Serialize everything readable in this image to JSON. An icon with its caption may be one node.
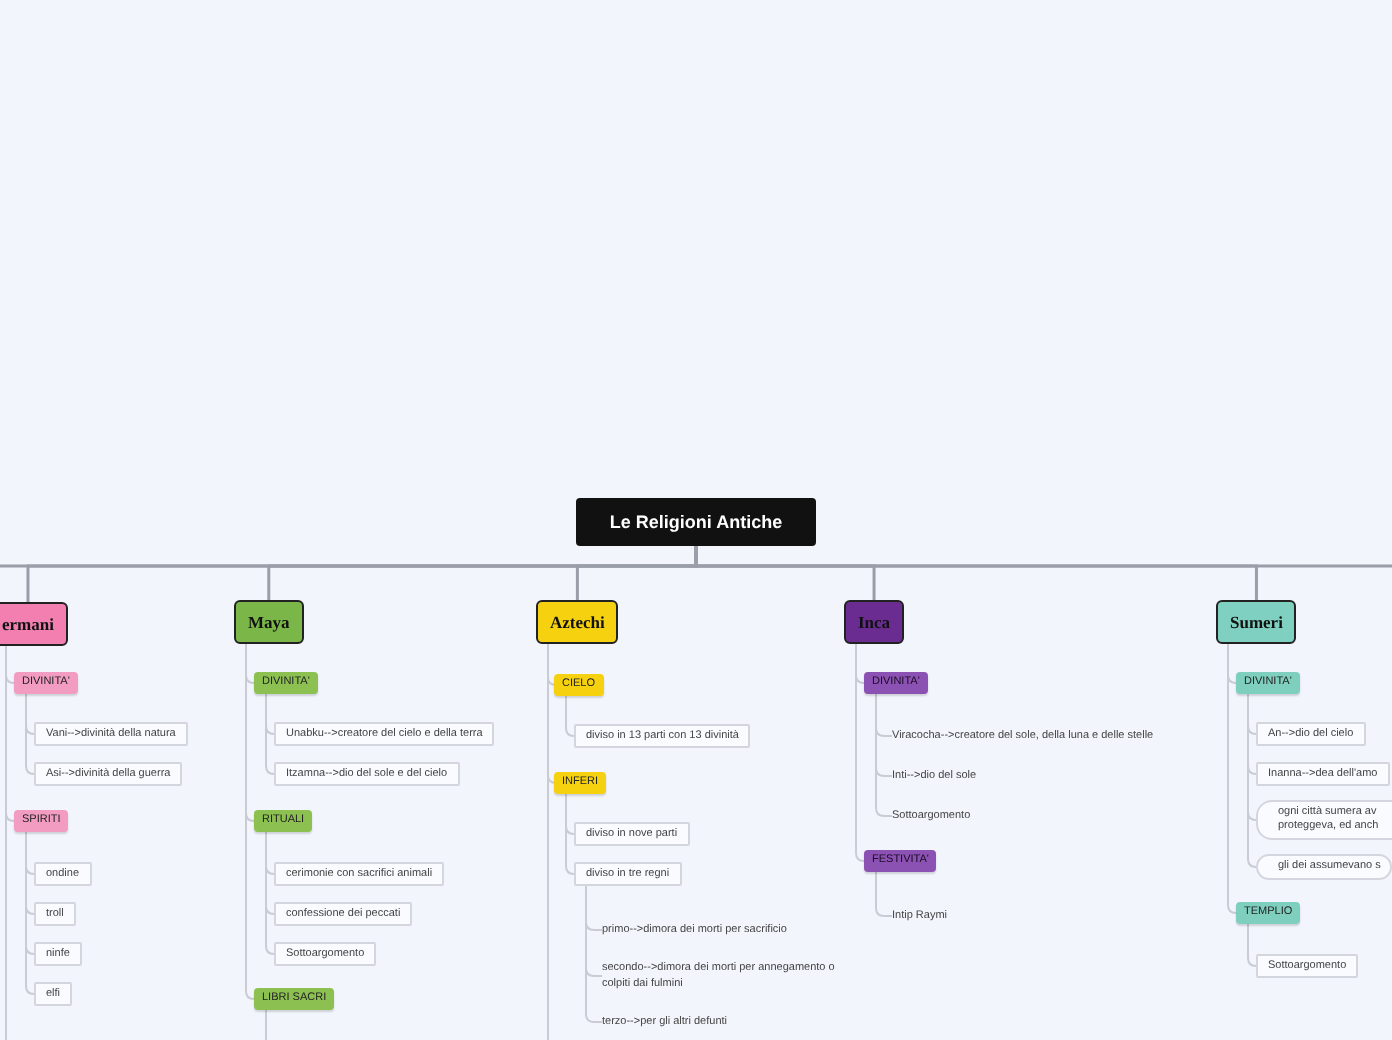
{
  "diagram": {
    "nodes": [
      {
        "text": [
          "Le Religioni Antiche"
        ]
      },
      {
        "text": [
          "ermani"
        ]
      },
      {
        "text": [
          "DIVINITA'"
        ]
      },
      {
        "text": [
          "Vani-->divinità della natura"
        ]
      },
      {
        "text": [
          "Asi-->divinità della guerra"
        ]
      },
      {
        "text": [
          "SPIRITI"
        ]
      },
      {
        "text": [
          "ondine"
        ]
      },
      {
        "text": [
          "troll"
        ]
      },
      {
        "text": [
          "ninfe"
        ]
      },
      {
        "text": [
          "elfi"
        ]
      },
      {
        "text": [
          "Maya"
        ]
      },
      {
        "text": [
          "DIVINITA'"
        ]
      },
      {
        "text": [
          "Unabku-->creatore del cielo e della terra"
        ]
      },
      {
        "text": [
          "Itzamna-->dio del sole e del cielo"
        ]
      },
      {
        "text": [
          "RITUALI"
        ]
      },
      {
        "text": [
          "cerimonie con sacrifici animali"
        ]
      },
      {
        "text": [
          "confessione dei peccati"
        ]
      },
      {
        "text": [
          "Sottoargomento"
        ]
      },
      {
        "text": [
          "LIBRI SACRI"
        ]
      },
      {
        "text": [
          "Aztechi"
        ]
      },
      {
        "text": [
          "CIELO"
        ]
      },
      {
        "text": [
          "diviso in 13 parti con 13 divinità"
        ]
      },
      {
        "text": [
          "INFERI"
        ]
      },
      {
        "text": [
          "diviso in nove parti"
        ]
      },
      {
        "text": [
          "diviso in tre regni"
        ]
      },
      {
        "text": [
          "primo-->dimora dei morti per sacrificio"
        ]
      },
      {
        "text": [
          "secondo-->dimora dei morti per annegamento o colpiti dai fulmini"
        ]
      },
      {
        "text": [
          "terzo-->per gli altri defunti"
        ]
      },
      {
        "text": [
          "Inca"
        ]
      },
      {
        "text": [
          "DIVINITA'"
        ]
      },
      {
        "text": [
          "Viracocha-->creatore del sole, della luna e delle stelle"
        ]
      },
      {
        "text": [
          "Inti-->dio del sole"
        ]
      },
      {
        "text": [
          "Sottoargomento"
        ]
      },
      {
        "text": [
          "FESTIVITA'"
        ]
      },
      {
        "text": [
          "Intip Raymi"
        ]
      },
      {
        "text": [
          "Sumeri"
        ]
      },
      {
        "text": [
          "DIVINITA'"
        ]
      },
      {
        "text": [
          "An-->dio del cielo"
        ]
      },
      {
        "text": [
          "Inanna-->dea dell'amo"
        ]
      },
      {
        "text": [
          "ogni città sumera av proteggeva, ed anch"
        ]
      },
      {
        "text": [
          "gli dei assumevano s"
        ]
      },
      {
        "text": [
          "TEMPLIO"
        ]
      },
      {
        "text": [
          "Sottoargomento"
        ]
      }
    ],
    "edges": [
      {
        "from": 0,
        "to": 1,
        "arrow": "none"
      },
      {
        "from": 0,
        "to": 10,
        "arrow": "none"
      },
      {
        "from": 0,
        "to": 19,
        "arrow": "none"
      },
      {
        "from": 0,
        "to": 28,
        "arrow": "none"
      },
      {
        "from": 0,
        "to": 35,
        "arrow": "none"
      },
      {
        "from": 1,
        "to": 2,
        "arrow": "none"
      },
      {
        "from": 2,
        "to": 3,
        "arrow": "none"
      },
      {
        "from": 2,
        "to": 4,
        "arrow": "none"
      },
      {
        "from": 1,
        "to": 5,
        "arrow": "none"
      },
      {
        "from": 5,
        "to": 6,
        "arrow": "none"
      },
      {
        "from": 5,
        "to": 7,
        "arrow": "none"
      },
      {
        "from": 5,
        "to": 8,
        "arrow": "none"
      },
      {
        "from": 5,
        "to": 9,
        "arrow": "none"
      },
      {
        "from": 1,
        "to": null,
        "arrow": "none"
      },
      {
        "from": 10,
        "to": 11,
        "arrow": "none"
      },
      {
        "from": 11,
        "to": 12,
        "arrow": "none"
      },
      {
        "from": 11,
        "to": 13,
        "arrow": "none"
      },
      {
        "from": 10,
        "to": 14,
        "arrow": "none"
      },
      {
        "from": 14,
        "to": 15,
        "arrow": "none"
      },
      {
        "from": 14,
        "to": 16,
        "arrow": "none"
      },
      {
        "from": 14,
        "to": 17,
        "arrow": "none"
      },
      {
        "from": 10,
        "to": 18,
        "arrow": "none"
      },
      {
        "from": 18,
        "to": null,
        "arrow": "none"
      },
      {
        "from": 19,
        "to": 20,
        "arrow": "none"
      },
      {
        "from": 20,
        "to": 21,
        "arrow": "none"
      },
      {
        "from": 19,
        "to": 22,
        "arrow": "none"
      },
      {
        "from": 22,
        "to": 23,
        "arrow": "none"
      },
      {
        "from": 22,
        "to": 24,
        "arrow": "none"
      },
      {
        "from": 24,
        "to": 25,
        "arrow": "none"
      },
      {
        "from": 24,
        "to": 26,
        "arrow": "none"
      },
      {
        "from": 24,
        "to": 27,
        "arrow": "none"
      },
      {
        "from": 19,
        "to": null,
        "arrow": "none"
      },
      {
        "from": 28,
        "to": 29,
        "arrow": "none"
      },
      {
        "from": 29,
        "to": 30,
        "arrow": "none"
      },
      {
        "from": 29,
        "to": 31,
        "arrow": "none"
      },
      {
        "from": 29,
        "to": 32,
        "arrow": "none"
      },
      {
        "from": 28,
        "to": 33,
        "arrow": "none"
      },
      {
        "from": 33,
        "to": 34,
        "arrow": "none"
      },
      {
        "from": 35,
        "to": 36,
        "arrow": "none"
      },
      {
        "from": 36,
        "to": 37,
        "arrow": "none"
      },
      {
        "from": 36,
        "to": 38,
        "arrow": "none"
      },
      {
        "from": 36,
        "to": 39,
        "arrow": "none"
      },
      {
        "from": 36,
        "to": 40,
        "arrow": "none"
      },
      {
        "from": 35,
        "to": 41,
        "arrow": "none"
      },
      {
        "from": 41,
        "to": 42,
        "arrow": "none"
      }
    ]
  }
}
